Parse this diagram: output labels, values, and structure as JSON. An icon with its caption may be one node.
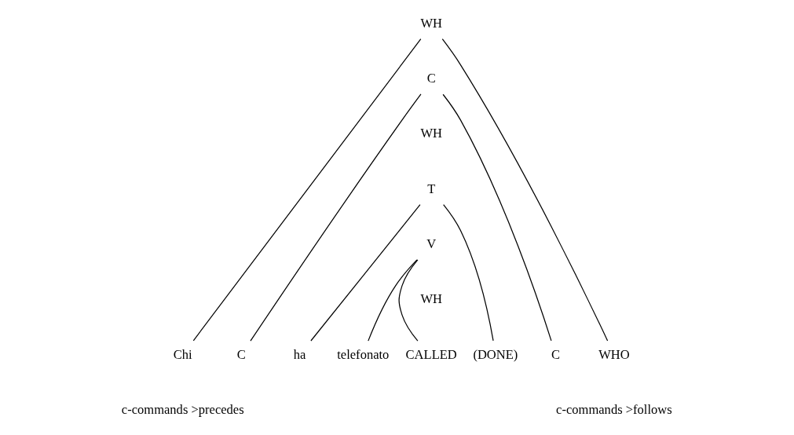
{
  "diagram": {
    "nodes": [
      {
        "text": [
          "WH"
        ]
      },
      {
        "text": [
          "C"
        ]
      },
      {
        "text": [
          "T"
        ]
      },
      {
        "text": [
          "V"
        ]
      },
      {
        "text": [
          "Chi"
        ]
      },
      {
        "text": [
          "C"
        ]
      },
      {
        "text": [
          "ha"
        ]
      },
      {
        "text": [
          "telefonato"
        ]
      },
      {
        "text": [
          "CALLED"
        ]
      },
      {
        "text": [
          "(DONE)"
        ]
      },
      {
        "text": [
          "C"
        ]
      },
      {
        "text": [
          "WHO"
        ]
      }
    ],
    "edges": [
      {
        "from": 0,
        "to": 4,
        "arrow": "none"
      },
      {
        "from": 0,
        "to": 11,
        "arrow": "none"
      },
      {
        "from": 1,
        "to": 5,
        "arrow": "none"
      },
      {
        "from": 1,
        "to": 10,
        "arrow": "none"
      },
      {
        "from": 2,
        "to": 6,
        "arrow": "none"
      },
      {
        "from": 2,
        "to": 9,
        "arrow": "none"
      },
      {
        "from": 3,
        "to": 7,
        "arrow": "none"
      },
      {
        "from": 3,
        "to": 8,
        "arrow": "none"
      }
    ],
    "labels": [
      "WH",
      "WH",
      "c-commands >precedes",
      "c-commands >follows"
    ]
  }
}
